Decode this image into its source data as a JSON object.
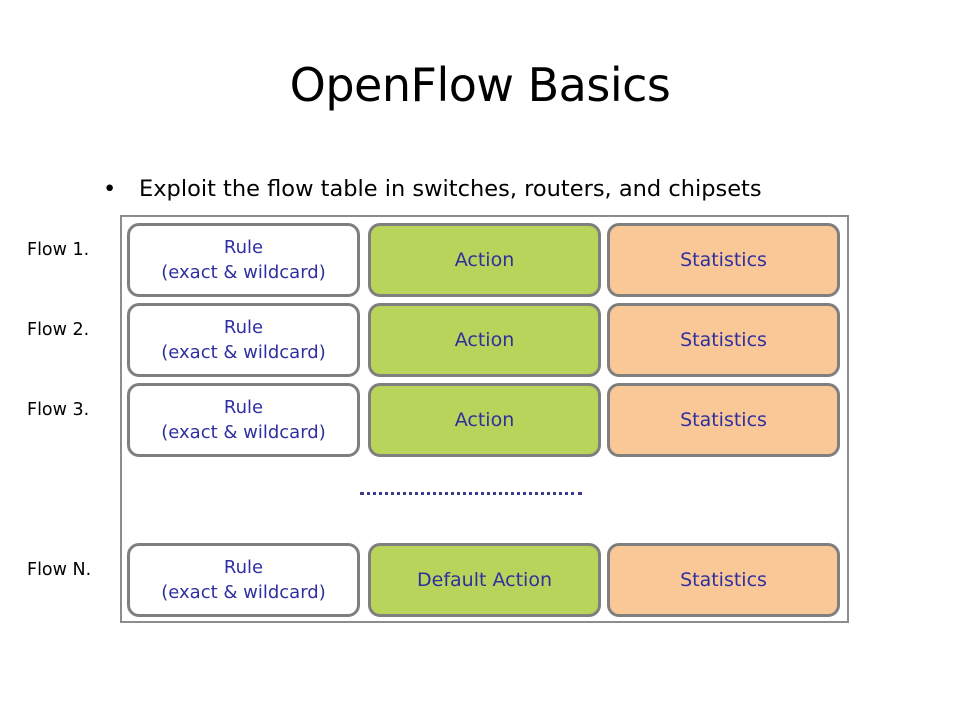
{
  "slide": {
    "title": "OpenFlow Basics",
    "bullet": "Exploit the flow table in switches, routers, and chipsets",
    "bullet_glyph": "•"
  },
  "flows": [
    {
      "label": "Flow 1.",
      "rule_line1": "Rule",
      "rule_line2": "(exact & wildcard)",
      "action": "Action",
      "stats": "Statistics"
    },
    {
      "label": "Flow 2.",
      "rule_line1": "Rule",
      "rule_line2": "(exact & wildcard)",
      "action": "Action",
      "stats": "Statistics"
    },
    {
      "label": "Flow 3.",
      "rule_line1": "Rule",
      "rule_line2": "(exact & wildcard)",
      "action": "Action",
      "stats": "Statistics"
    },
    {
      "label": "Flow N.",
      "rule_line1": "Rule",
      "rule_line2": "(exact & wildcard)",
      "action": "Default Action",
      "stats": "Statistics"
    }
  ],
  "colors": {
    "action_fill": "#b8d45a",
    "stats_fill": "#fac896",
    "cell_border": "#7f7f7f",
    "cell_text": "#2f2f9f"
  }
}
